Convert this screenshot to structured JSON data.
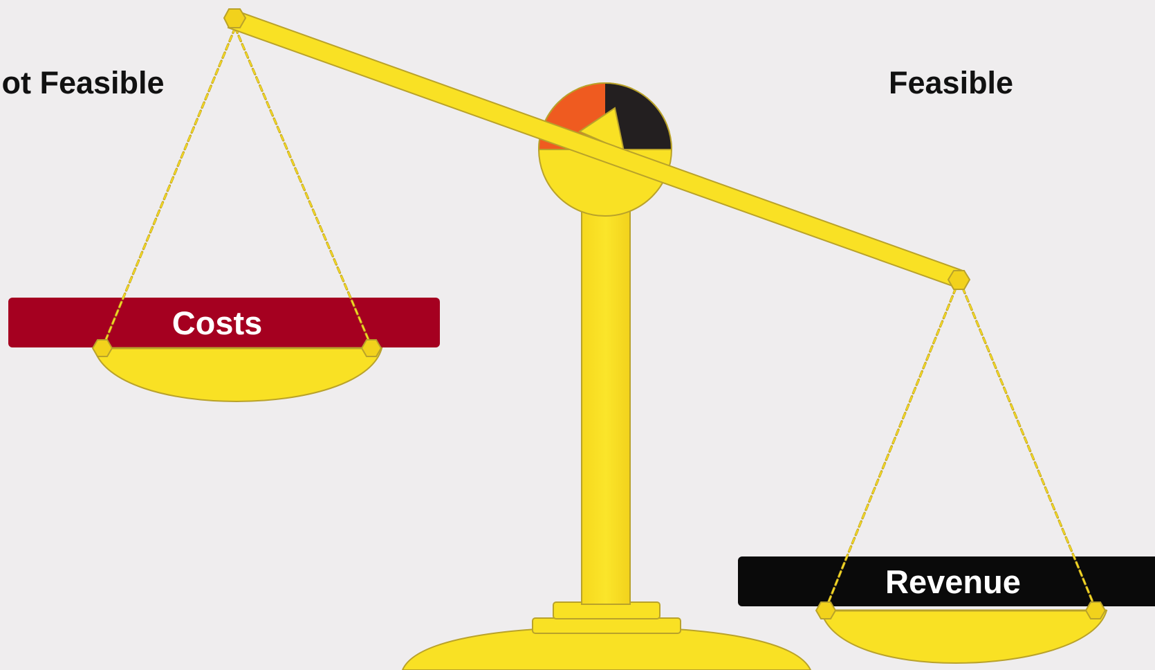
{
  "labels": {
    "left_side": "Not Feasible",
    "right_side": "Feasible"
  },
  "weights": {
    "left_pan": "Costs",
    "right_pan": "Revenue"
  },
  "colors": {
    "background": "#efedee",
    "scale_gold": "#f9e124",
    "scale_outline": "#b9a22a",
    "costs_tag": "#a50020",
    "revenue_tag": "#0a0a0a",
    "gauge_orange": "#ef5b20",
    "gauge_black": "#231f20"
  },
  "icons": [
    "balance-scale-icon",
    "gauge-dial-icon",
    "chain-icon"
  ]
}
